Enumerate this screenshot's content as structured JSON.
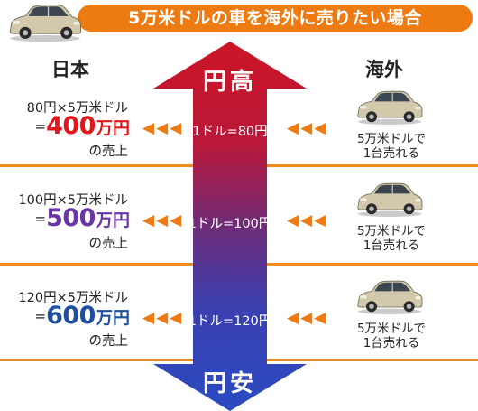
{
  "title": "5万米ドルの車を海外に売りたい場合",
  "left_heading": "日本",
  "right_heading": "海外",
  "arrow": {
    "top_label": "円高",
    "bottom_label": "円安"
  },
  "rows": [
    {
      "calc": "80円×5万米ドル",
      "eq": "=",
      "amount": "400",
      "unit": "万円",
      "sales": "の売上",
      "rate": "1ドル=80円",
      "sold_line1": "5万米ドルで",
      "sold_line2": "1台売れる",
      "amount_color": "#e3161b"
    },
    {
      "calc": "100円×5万米ドル",
      "eq": "=",
      "amount": "500",
      "unit": "万円",
      "sales": "の売上",
      "rate": "1ドル=100円",
      "sold_line1": "5万米ドルで",
      "sold_line2": "1台売れる",
      "amount_color": "#6a35a8"
    },
    {
      "calc": "120円×5万米ドル",
      "eq": "=",
      "amount": "600",
      "unit": "万円",
      "sales": "の売上",
      "rate": "1ドル=120円",
      "sold_line1": "5万米ドルで",
      "sold_line2": "1台売れる",
      "amount_color": "#1f4fa0"
    }
  ],
  "chevrons": "◀◀◀",
  "colors": {
    "banner": "#ee7a12",
    "divider": "#ef8a1e",
    "arrow_top": "#cc1626",
    "arrow_bottom": "#2a4bc0",
    "car_body": "#d2c9ad"
  }
}
